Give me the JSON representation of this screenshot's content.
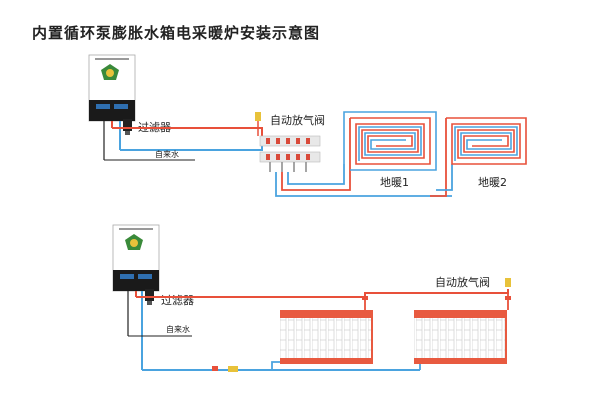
{
  "title": "内置循环泵膨胀水箱电采暖炉安装示意图",
  "labels": {
    "top_filter": "过滤器",
    "top_tap_water": "自来水",
    "top_air_vent": "自动放气阀",
    "floor_heating_1": "地暖1",
    "floor_heating_2": "地暖2",
    "bottom_filter": "过滤器",
    "bottom_tap_water": "自来水",
    "bottom_air_vent": "自动放气阀"
  },
  "colors": {
    "supply_pipe": "#e8503a",
    "return_pipe": "#4aa3df",
    "tap_pipe": "#222222",
    "radiator_body": "#f2f2f2",
    "radiator_header": "#e85a40",
    "boiler_body": "#ffffff",
    "boiler_panel": "#1a1a1a",
    "manifold_valve": "#d94a3a",
    "logo": "#3a8a3a"
  },
  "icons": {
    "boiler": "electric-boiler-icon",
    "filter": "filter-valve-icon",
    "air_vent": "air-vent-valve-icon",
    "manifold": "manifold-icon",
    "radiator": "radiator-icon"
  }
}
